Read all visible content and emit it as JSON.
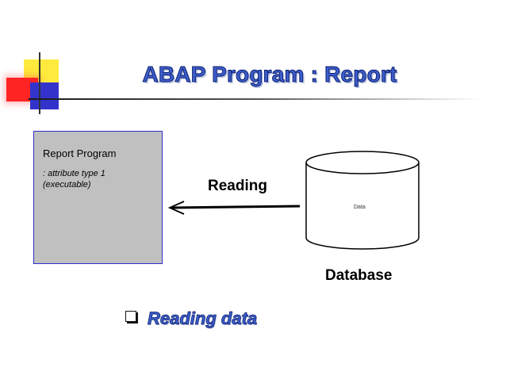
{
  "slide": {
    "title": "ABAP Program : Report",
    "report_box": {
      "title": "Report Program",
      "attribute_line1": ": attribute type 1",
      "attribute_line2": "(executable)"
    },
    "arrow_label": "Reading",
    "database": {
      "inner_label": "Data",
      "caption": "Database"
    },
    "bullet": "Reading data",
    "colors": {
      "title_blue": "#3d5ecc",
      "box_gray": "#c0c0c0",
      "box_border": "#2f2fcf",
      "deco_yellow": "#ffea3d",
      "deco_red": "#ff2424",
      "deco_blue": "#3333cc"
    }
  }
}
